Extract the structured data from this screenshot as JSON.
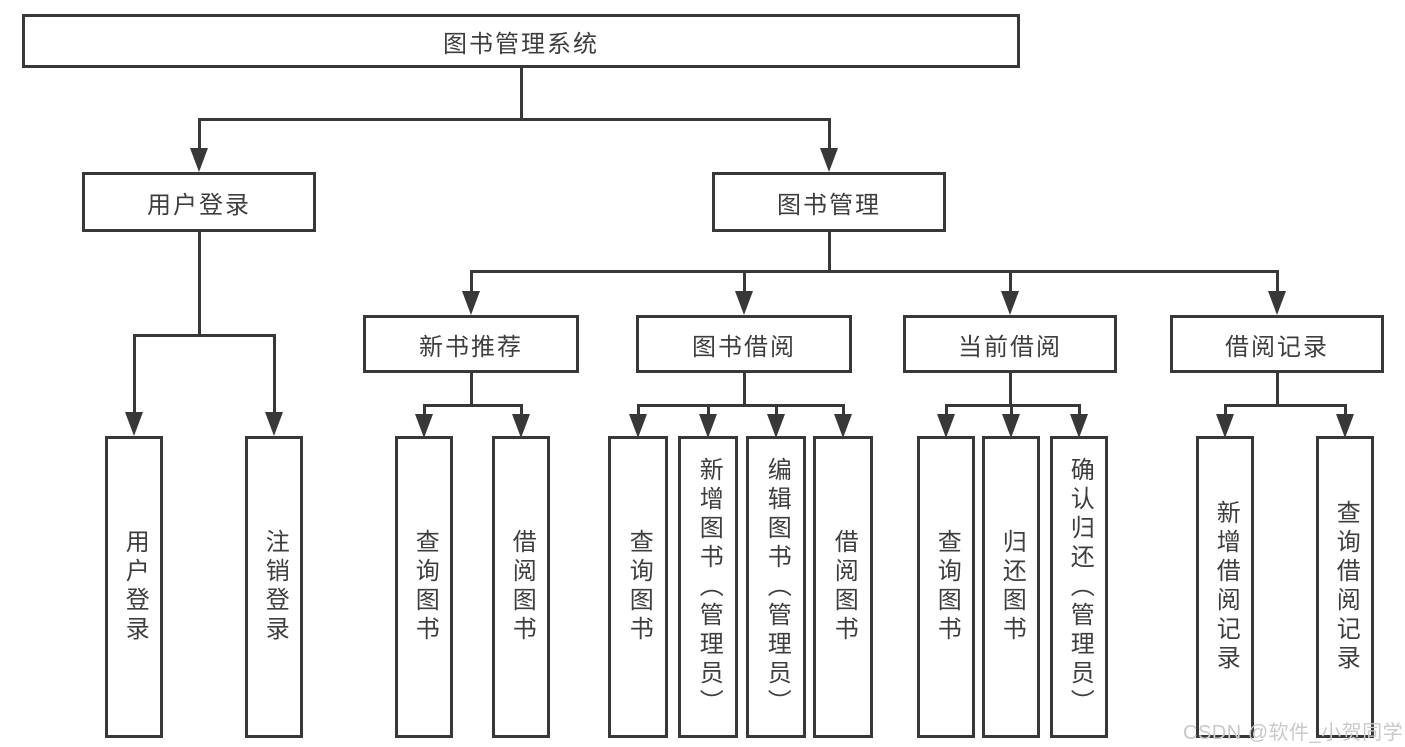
{
  "title": "图书管理系统",
  "tree": {
    "root": {
      "label": "图书管理系统"
    },
    "branches": [
      {
        "label": "用户登录",
        "children": [
          {
            "label": "用户登录"
          },
          {
            "label": "注销登录"
          }
        ]
      },
      {
        "label": "图书管理",
        "children": [
          {
            "label": "新书推荐",
            "children": [
              {
                "label": "查询图书"
              },
              {
                "label": "借阅图书"
              }
            ]
          },
          {
            "label": "图书借阅",
            "children": [
              {
                "label": "查询图书"
              },
              {
                "label": "新增图书（管理员）"
              },
              {
                "label": "编辑图书（管理员）"
              },
              {
                "label": "借阅图书"
              }
            ]
          },
          {
            "label": "当前借阅",
            "children": [
              {
                "label": "查询图书"
              },
              {
                "label": "归还图书"
              },
              {
                "label": "确认归还（管理员）"
              }
            ]
          },
          {
            "label": "借阅记录",
            "children": [
              {
                "label": "新增借阅记录"
              },
              {
                "label": "查询借阅记录"
              }
            ]
          }
        ]
      }
    ]
  },
  "watermark": "CSDN @软件_小贺同学",
  "colors": {
    "line": "#383838",
    "box_border": "#383838",
    "text": "#3e3e3e",
    "background": "#ffffff",
    "watermark": "#c9c9c9"
  }
}
